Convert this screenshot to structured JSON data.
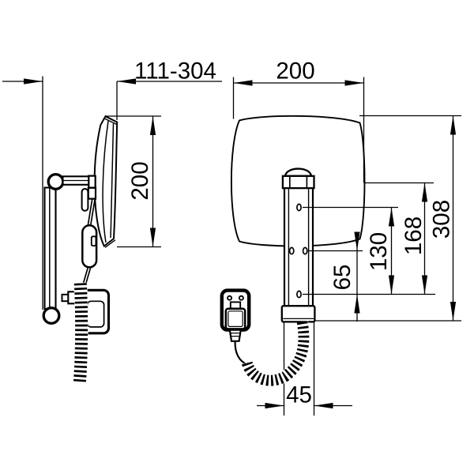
{
  "colors": {
    "background": "#ffffff",
    "line": "#000000"
  },
  "views": {
    "side": {
      "dimensions": {
        "extension_range": "111-304",
        "mirror_height": "200"
      }
    },
    "front": {
      "dimensions": {
        "mirror_width": "200",
        "overall_height": "308",
        "pivot_height": "168",
        "upper_hole_spacing": "130",
        "lower_hole_spacing": "65",
        "base_width": "45"
      }
    }
  }
}
